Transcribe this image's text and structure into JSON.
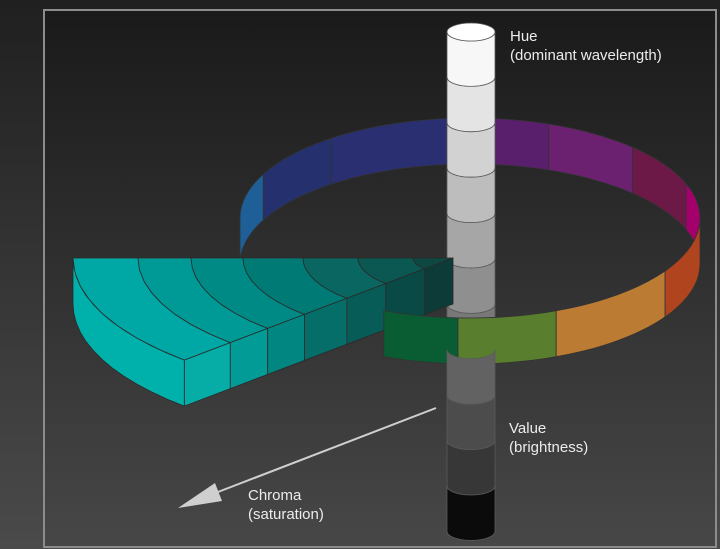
{
  "labels": {
    "hue_title": "Hue",
    "hue_subtitle": "(dominant wavelength)",
    "value_title": "Value",
    "value_subtitle": "(brightness)",
    "chroma_title": "Chroma",
    "chroma_subtitle": "(saturation)"
  },
  "colors": {
    "ring_far": [
      "#1e5f98",
      "#25306e",
      "#2a2f72",
      "#5a1f6c",
      "#6b2170",
      "#6d1947",
      "#a3006b"
    ],
    "ring_near": [
      "#0a5c33",
      "#597e2e",
      "#bc7b32",
      "#b0441f"
    ],
    "wedge_top": [
      "#00a8a5",
      "#009a96",
      "#008a85",
      "#007a74",
      "#0a6660",
      "#0b5852",
      "#0e4843"
    ],
    "wedge_front": [
      "#06ada7",
      "#039b95",
      "#028681",
      "#066e69",
      "#085c57",
      "#0a4a46",
      "#0d3c38"
    ],
    "value_scale": [
      "#f7f7f7",
      "#e4e4e4",
      "#d2d2d2",
      "#bdbdbd",
      "#a6a6a6",
      "#8f8f8f",
      "#787878",
      "#626262",
      "#4c4c4c",
      "#373737",
      "#0b0b0b"
    ]
  }
}
